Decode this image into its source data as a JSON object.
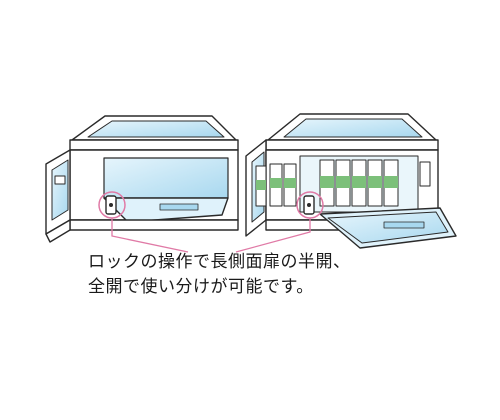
{
  "caption": {
    "line1": "ロックの操作で長側面扉の半開、",
    "line2": "全開で使い分けが可能です。"
  },
  "colors": {
    "outline": "#2a2a2a",
    "glass": "#bfe3f5",
    "glass_light": "#dff2fb",
    "callout": "#e07aa6",
    "bottle_band": "#7cc07a"
  },
  "illustrations": {
    "left": "storage-box-half-open",
    "right": "storage-box-fully-open"
  }
}
